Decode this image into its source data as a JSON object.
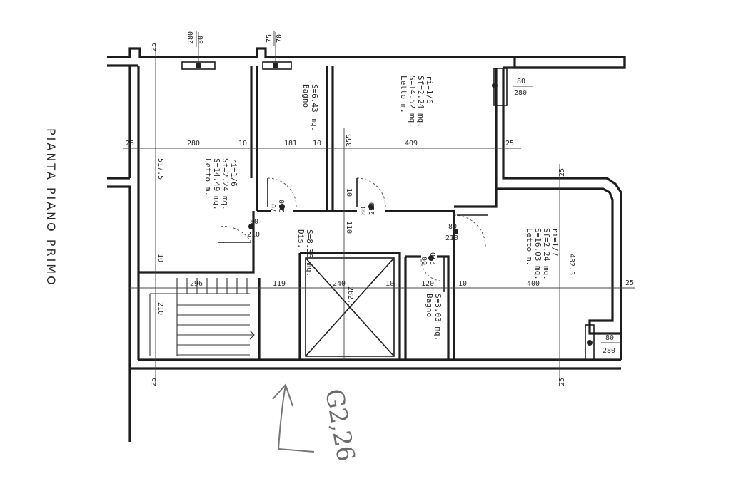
{
  "title": "PIANTA PIANO PRIMO",
  "annotation": "G2,26",
  "rooms": [
    {
      "name": "Letto m.",
      "area": "S=14.49 mq.",
      "sf": "Sf=2.24 mq.",
      "ri": "ri=1/6"
    },
    {
      "name": "Bagno",
      "area": "S=6.43 mq."
    },
    {
      "name": "Letto m.",
      "area": "S=14.52 mq.",
      "sf": "Sf=2.24 mq.",
      "ri": "ri=1/6"
    },
    {
      "name": "Dis.",
      "area": "S=8.36 mq."
    },
    {
      "name": "Letto m.",
      "area": "S=16.03 mq.",
      "sf": "Sf=2.24 mq.",
      "ri": "ri=1/7"
    },
    {
      "name": "Bagno",
      "area": "S=3.03 mq."
    }
  ],
  "dimensions": {
    "d25": "25",
    "d280": "280",
    "d10": "10",
    "d181": "181",
    "d355": "355",
    "d409": "409",
    "d517": "517.5",
    "d110": "110",
    "d296": "296",
    "d119": "119",
    "d240": "240",
    "d120": "120",
    "d400": "400",
    "d432": "432.5",
    "d210": "210",
    "d282": "282.5",
    "d70": "70",
    "d75": "75"
  },
  "openings": {
    "w1_top": "80",
    "w1_bot": "280",
    "w2_top": "70",
    "w2_bot": "75",
    "w3_top": "80",
    "w3_bot": "280",
    "w4_top": "80",
    "w4_bot": "280",
    "door1_top": "80",
    "door1_bot": "210",
    "door2_top": "70",
    "door2_bot": "210",
    "door3_top": "80",
    "door3_bot": "210",
    "door4_top": "80",
    "door4_bot": "210",
    "door5_top": "60",
    "door5_bot": "210"
  }
}
